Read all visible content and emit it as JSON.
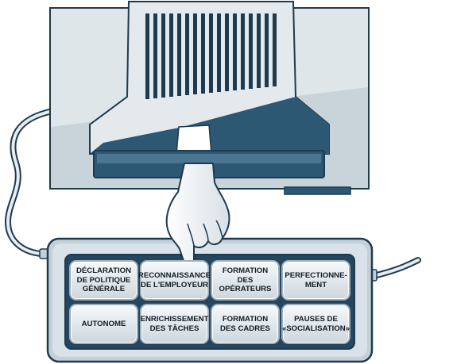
{
  "keypad": {
    "keys": [
      {
        "label": "DÉCLARATION\nDE POLITIQUE\nGÉNÉRALE"
      },
      {
        "label": "RECONNAISSANCE\nDE L'EMPLOYEUR"
      },
      {
        "label": "FORMATION\nDES OPÉRATEURS"
      },
      {
        "label": "PERFECTIONNE-\nMENT"
      },
      {
        "label": "AUTONOME"
      },
      {
        "label": "ENRICHISSEMENT\nDES TÂCHES"
      },
      {
        "label": "FORMATION\nDES CADRES"
      },
      {
        "label": "PAUSES DE\n«SOCIALISATION»"
      }
    ]
  },
  "colors": {
    "monitor_body": "#dfe6ea",
    "monitor_shadow": "#2d5873",
    "outline": "#1e3a4f",
    "keypad_bezel": "#c4d0d8",
    "keypad_well": "#25465e"
  }
}
